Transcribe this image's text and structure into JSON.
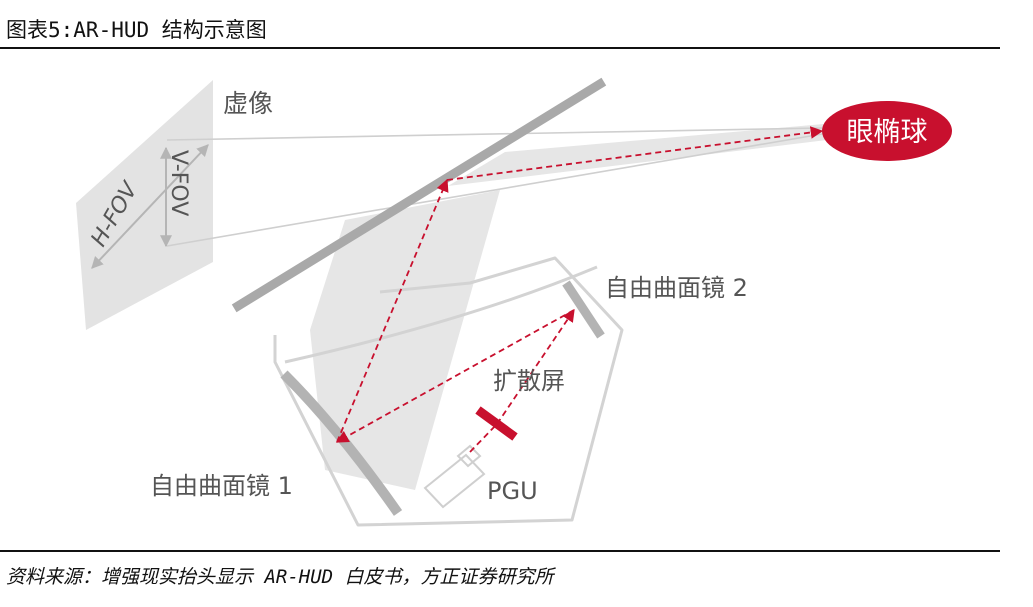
{
  "figure": {
    "title": "图表5:AR-HUD 结构示意图",
    "source": "资料来源：增强现实抬头显示 AR-HUD 白皮书，方正证券研究所"
  },
  "diagram": {
    "labels": {
      "virtual_image": "虚像",
      "eye_box": "眼椭球",
      "h_fov": "H-FOV",
      "v_fov": "V-FOV",
      "mirror_2": "自由曲面镜 2",
      "diffuser": "扩散屏",
      "mirror_1": "自由曲面镜 1",
      "pgu": "PGU"
    },
    "colors": {
      "accent_red": "#c8102e",
      "beam_gray": "#e6e6e6",
      "mirror_gray": "#b3b3b3",
      "outline_gray": "#d3d3d3",
      "text_gray": "#555555"
    }
  }
}
